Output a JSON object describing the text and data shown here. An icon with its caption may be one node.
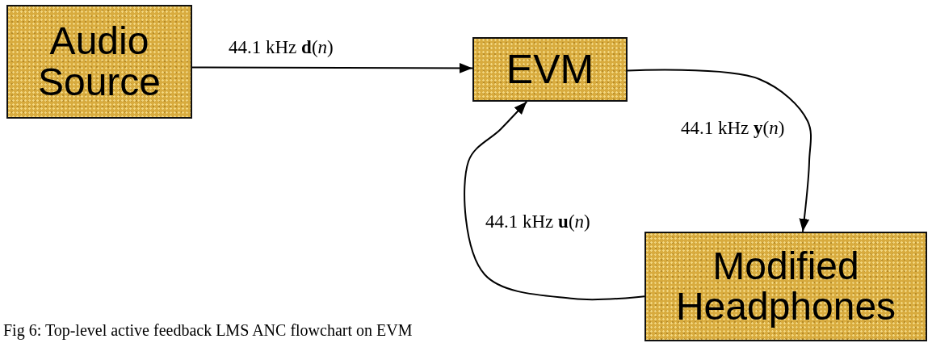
{
  "diagram": {
    "caption": "Fig 6: Top-level active feedback LMS ANC flowchart on EVM",
    "nodes": [
      {
        "text": [
          "Audio Source"
        ]
      },
      {
        "text": [
          "EVM"
        ]
      },
      {
        "text": [
          "Modified Headphones"
        ]
      }
    ],
    "edges": [
      {
        "from": 0,
        "to": 1,
        "arrow": "to",
        "label": "44.1 kHz **d**(*n*)"
      },
      {
        "from": 1,
        "to": 2,
        "arrow": "to",
        "label": "44.1 kHz **y**(*n*)"
      },
      {
        "from": 2,
        "to": 1,
        "arrow": "to",
        "label": "44.1 kHz **u**(*n*)"
      }
    ]
  }
}
